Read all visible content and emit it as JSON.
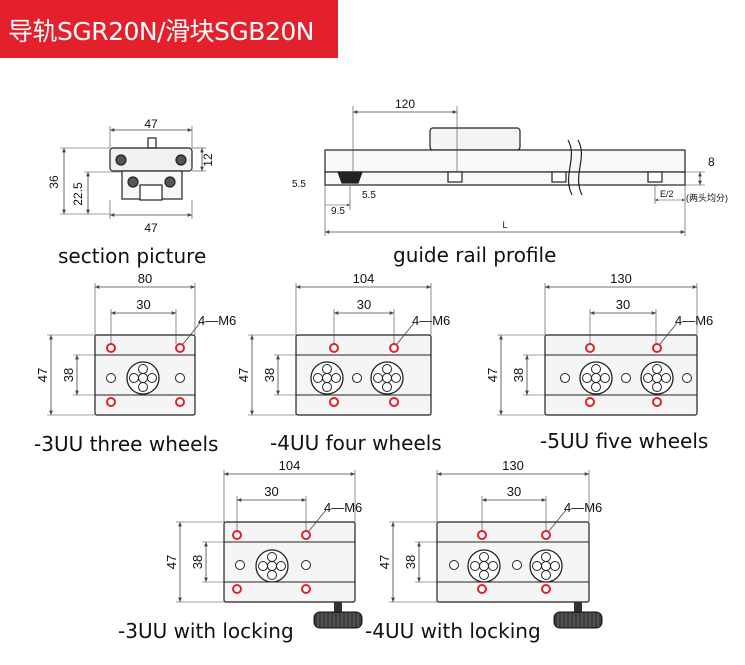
{
  "banner": {
    "title": "导轨SGR20N/滑块SGB20N",
    "color": "#e3202b"
  },
  "section": {
    "caption": "section picture",
    "dims": {
      "top_width": "47",
      "bottom_width": "47",
      "height": "36",
      "inner_height": "22.5",
      "top_height": "12"
    }
  },
  "rail": {
    "caption": "guide rail profile",
    "dims": {
      "carriage_length": "120",
      "height": "8",
      "offset": "5.5",
      "bolt": "5.5",
      "pitch": "9.5",
      "end": "E/2",
      "end_note": "(两头均分)",
      "length": "L"
    }
  },
  "blocks": [
    {
      "caption": "-3UU three wheels",
      "overall": "80",
      "spacing": "30",
      "holes": "4—M6",
      "height": "47",
      "inner": "38"
    },
    {
      "caption": "-4UU four wheels",
      "overall": "104",
      "spacing": "30",
      "holes": "4—M6",
      "height": "47",
      "inner": "38"
    },
    {
      "caption": "-5UU five wheels",
      "overall": "130",
      "spacing": "30",
      "holes": "4—M6",
      "height": "47",
      "inner": "38"
    },
    {
      "caption": "-3UU with locking",
      "overall": "104",
      "spacing": "30",
      "holes": "4—M6",
      "height": "47",
      "inner": "38"
    },
    {
      "caption": "-4UU with locking",
      "overall": "130",
      "spacing": "30",
      "holes": "4—M6",
      "height": "47",
      "inner": "38"
    }
  ],
  "colors": {
    "hole": "#e3202b",
    "line": "#222222",
    "dim": "#444444"
  }
}
